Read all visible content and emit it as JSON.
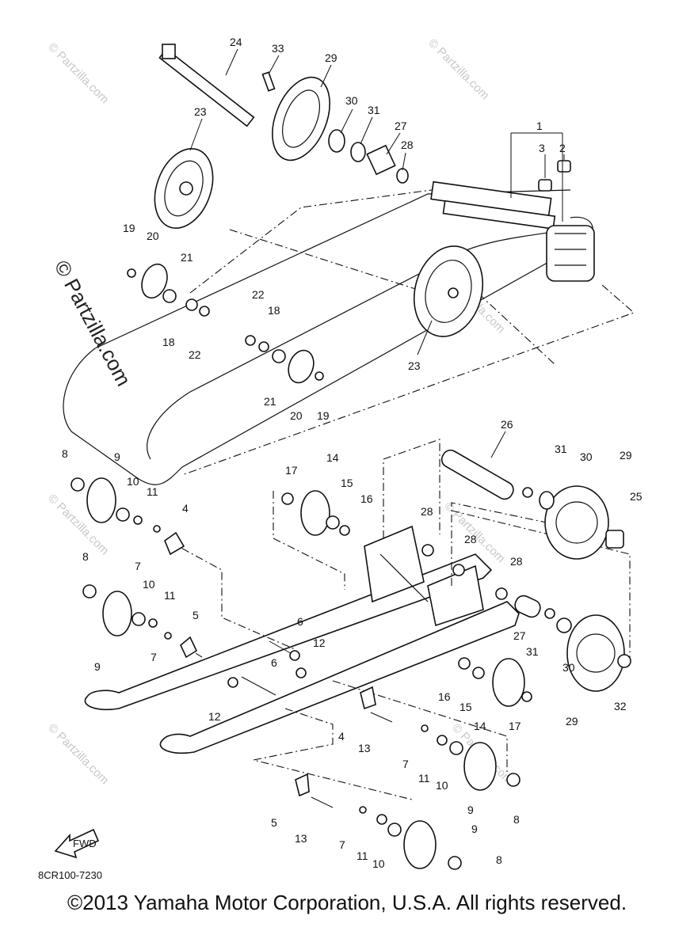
{
  "diagram_code": "8CR100-7230",
  "fwd_label": "FWD",
  "watermark_text": "© Partzilla.com",
  "copyright": "©2013  Yamaha Motor Corporation, U.S.A. All rights reserved.",
  "callouts": {
    "c1": "1",
    "c2": "2",
    "c3": "3",
    "c4a": "4",
    "c4b": "4",
    "c5a": "5",
    "c5b": "5",
    "c6a": "6",
    "c6b": "6",
    "c7a": "7",
    "c7b": "7",
    "c7c": "7",
    "c7d": "7",
    "c8a": "8",
    "c8b": "8",
    "c8c": "8",
    "c8d": "8",
    "c9a": "9",
    "c9b": "9",
    "c9c": "9",
    "c9d": "9",
    "c10a": "10",
    "c10b": "10",
    "c10c": "10",
    "c10d": "10",
    "c11a": "11",
    "c11b": "11",
    "c11c": "11",
    "c11d": "11",
    "c12a": "12",
    "c12b": "12",
    "c13a": "13",
    "c13b": "13",
    "c14a": "14",
    "c14b": "14",
    "c15a": "15",
    "c15b": "15",
    "c16a": "16",
    "c16b": "16",
    "c17a": "17",
    "c17b": "17",
    "c18a": "18",
    "c18b": "18",
    "c19a": "19",
    "c19b": "19",
    "c20a": "20",
    "c20b": "20",
    "c21a": "21",
    "c21b": "21",
    "c22a": "22",
    "c22b": "22",
    "c23a": "23",
    "c23b": "23",
    "c24": "24",
    "c25": "25",
    "c26": "26",
    "c27a": "27",
    "c27b": "27",
    "c28a": "28",
    "c28b": "28",
    "c28c": "28",
    "c28d": "28",
    "c29a": "29",
    "c29b": "29",
    "c29c": "29",
    "c30a": "30",
    "c30b": "30",
    "c30c": "30",
    "c31a": "31",
    "c31b": "31",
    "c31c": "31",
    "c32": "32",
    "c33": "33"
  }
}
